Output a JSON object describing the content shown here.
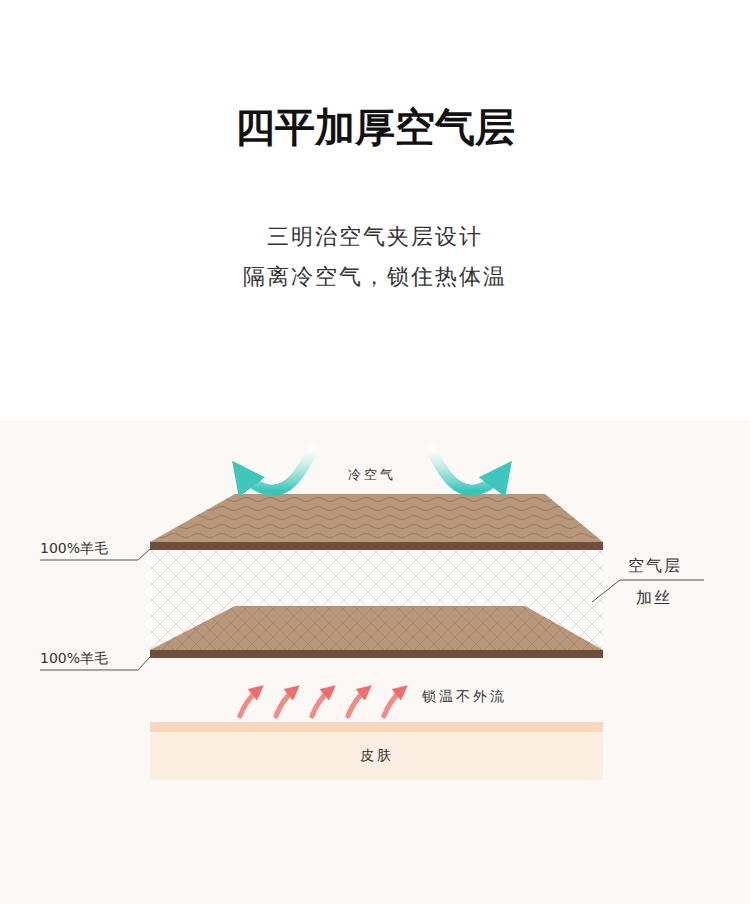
{
  "diagram": {
    "title": "四平加厚空气层",
    "nodes": [
      {
        "text": [
          "皮肤"
        ]
      }
    ],
    "labels": [
      "三明治空气夹层设计",
      "隔离冷空气，锁住热体温",
      "冷空气",
      "100%羊毛",
      "空气层",
      "加丝",
      "100%羊毛",
      "锁温不外流"
    ]
  }
}
